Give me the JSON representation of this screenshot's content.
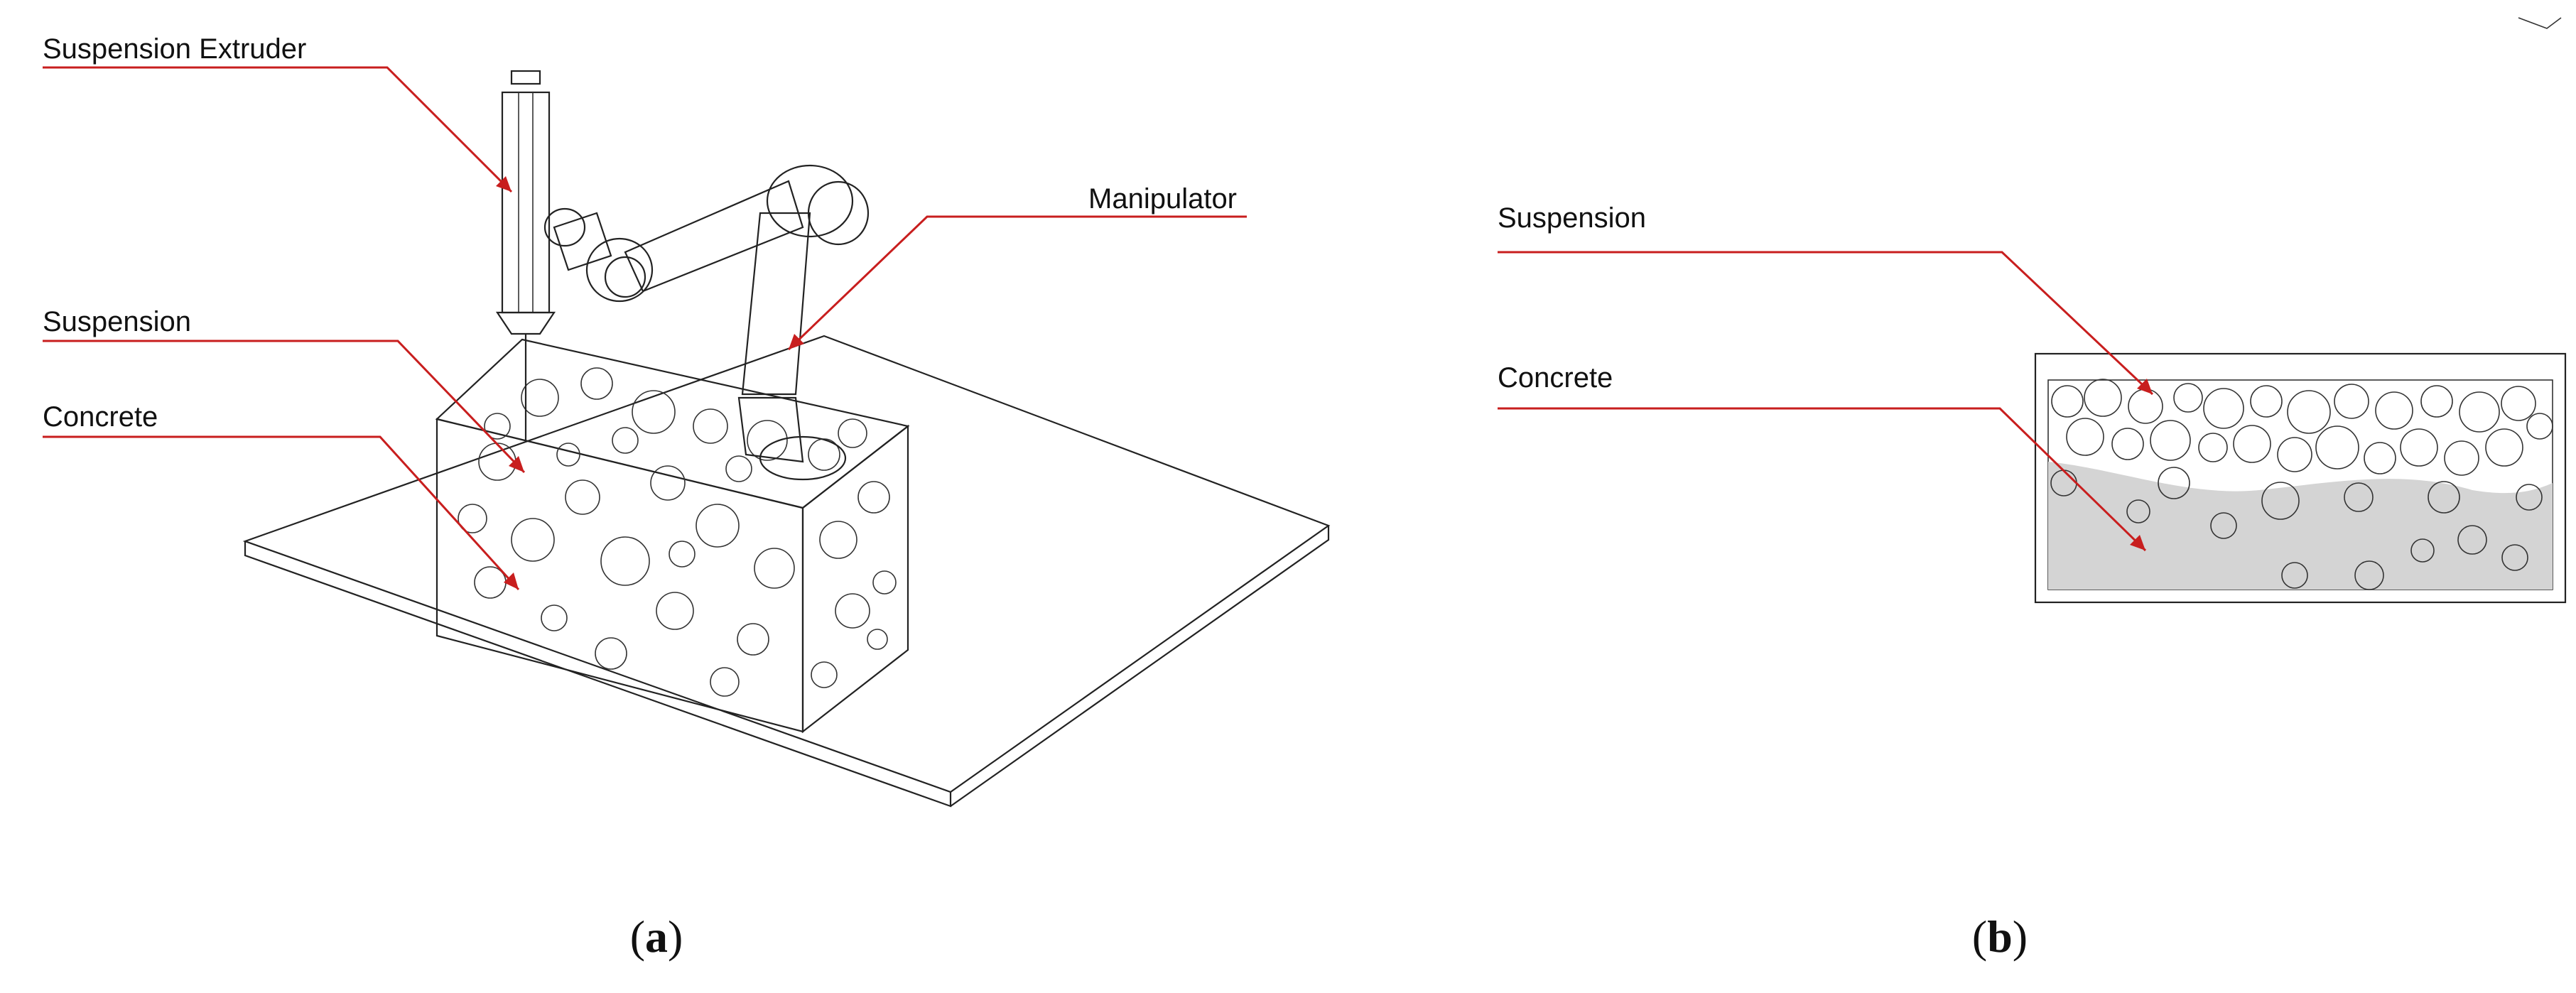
{
  "panel_a": {
    "labels": {
      "suspension_extruder": "Suspension Extruder",
      "manipulator": "Manipulator",
      "suspension": "Suspension",
      "concrete": "Concrete"
    },
    "caption": {
      "open": "(",
      "letter": "a",
      "close": ")"
    }
  },
  "panel_b": {
    "labels": {
      "suspension": "Suspension",
      "concrete": "Concrete"
    },
    "caption": {
      "open": "(",
      "letter": "b",
      "close": ")"
    }
  },
  "colors": {
    "leader_line": "#c81e1e",
    "concrete_fill": "#d4d4d4",
    "line_art": "#222222"
  }
}
